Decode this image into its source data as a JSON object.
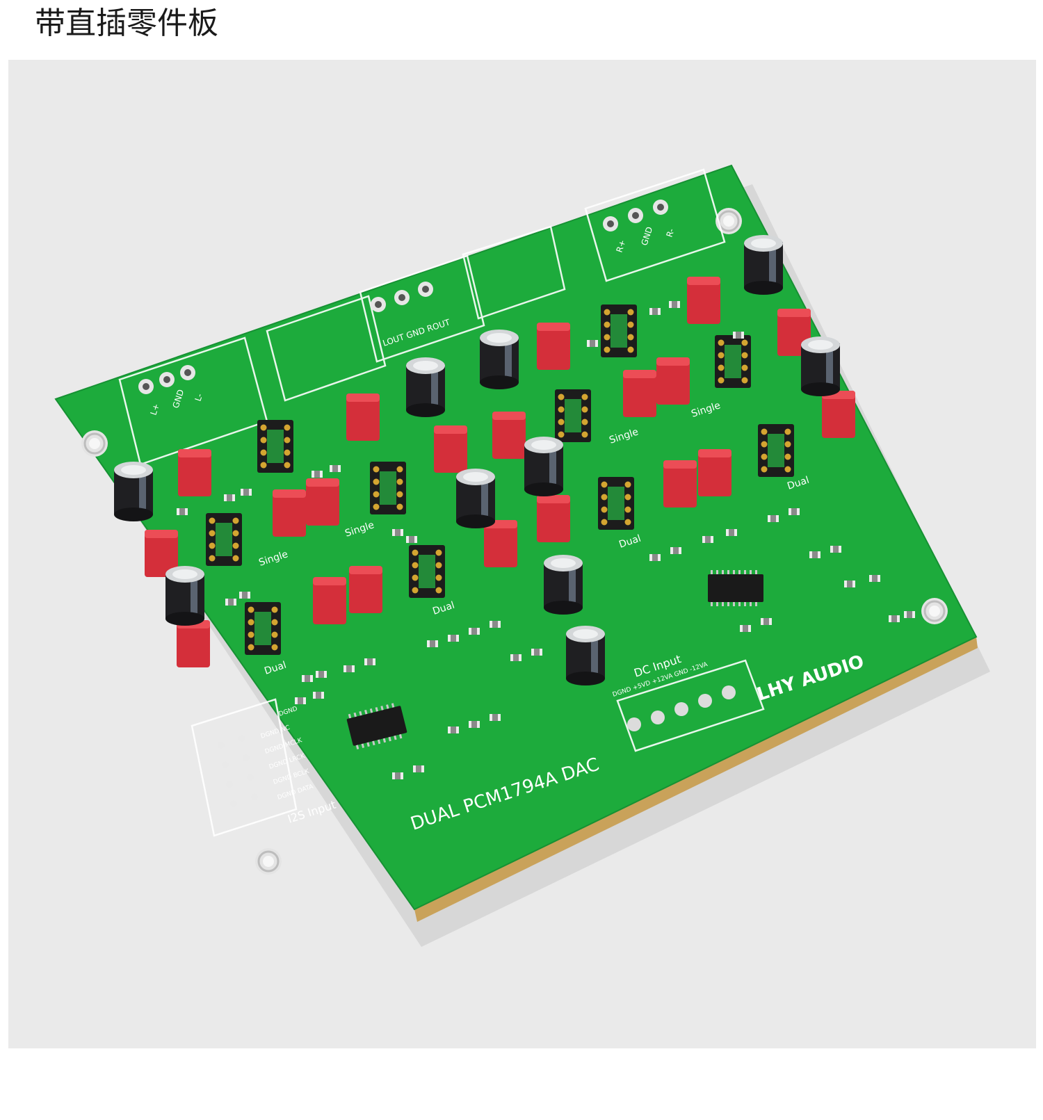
{
  "page": {
    "title": "带直插零件板"
  },
  "board": {
    "brand": "LHY AUDIO",
    "model": "DUAL PCM1794A DAC",
    "left_header_pins": [
      "L+",
      "GND",
      "L-"
    ],
    "right_header_pins": [
      "R+",
      "GND",
      "R-"
    ],
    "out_header_pins": "LOUT GND ROUT",
    "mode_labels": {
      "single_1": "Single",
      "single_2": "Single",
      "single_3": "Single",
      "single_4": "Single",
      "dual_1": "Dual",
      "dual_2": "Dual",
      "dual_3": "Dual",
      "dual_4": "Dual"
    },
    "dc_input": {
      "title": "DC Input",
      "pins": "DGND +5VD +12VA GND -12VA"
    },
    "i2s_input": {
      "title": "I2S Input",
      "pins": [
        "DGND",
        "DGND NC",
        "DGND MCLK",
        "DGND LRCK",
        "DGND BCLK",
        "DGND DATA"
      ]
    },
    "colors": {
      "pcb_green": "#1dab3c",
      "silkscreen": "#ffffff",
      "capacitor_red": "#e0333e",
      "ic_black": "#1a1a1a",
      "socket_pin_gold": "#d4a531",
      "background": "#eaeaea"
    }
  }
}
